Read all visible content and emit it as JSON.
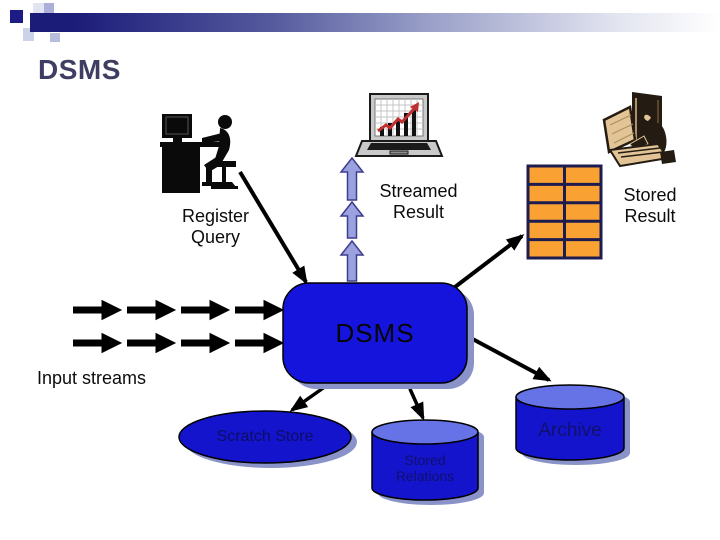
{
  "slide": {
    "title": "DSMS"
  },
  "labels": {
    "register_query": "Register\nQuery",
    "streamed_result": "Streamed\nResult",
    "stored_result": "Stored\nResult",
    "input_streams": "Input streams"
  },
  "nodes": {
    "dsms": {
      "label": "DSMS"
    },
    "scratch_store": {
      "label": "Scratch Store"
    },
    "stored_relations": {
      "label": "Stored\nRelations"
    },
    "archive": {
      "label": "Archive"
    }
  },
  "icons": {
    "left": "person-at-desk-icon",
    "center": "laptop-chart-icon",
    "right": "person-at-computer-icon",
    "table": "stored-result-table-icon"
  },
  "colors": {
    "accent_bar": "#1b1b78",
    "node_blue": "#1414dd",
    "cylinder_blue": "#1414cc",
    "cylinder_top_blue": "#6673e6",
    "shadow_blue_gray": "#8a93c9",
    "table_orange": "#faa133",
    "table_border_navy": "#1c1c50",
    "stream_arrow_fill": "#9ba1de",
    "stream_arrow_stroke": "#3d3d8f",
    "connector_black": "#000000"
  }
}
